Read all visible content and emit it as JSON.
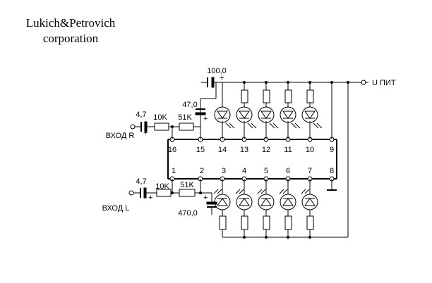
{
  "header": {
    "company_line1": "Lukich&Petrovich",
    "company_line2": "corporation"
  },
  "labels": {
    "supply": "U ПИТ",
    "input_r": "ВХОД R",
    "input_l": "ВХОД L",
    "c_supply": "100,0",
    "c_r_in": "4,7",
    "c_l_in": "4,7",
    "r_r1": "10K",
    "r_r2": "51K",
    "r_l1": "10K",
    "r_l2": "51K",
    "c_r_filter": "47,0",
    "c_l_filter": "470,0",
    "plus": "+"
  },
  "pins_top": [
    "16",
    "15",
    "14",
    "13",
    "12",
    "11",
    "10",
    "9"
  ],
  "pins_bottom": [
    "1",
    "2",
    "3",
    "4",
    "5",
    "6",
    "7",
    "8"
  ]
}
